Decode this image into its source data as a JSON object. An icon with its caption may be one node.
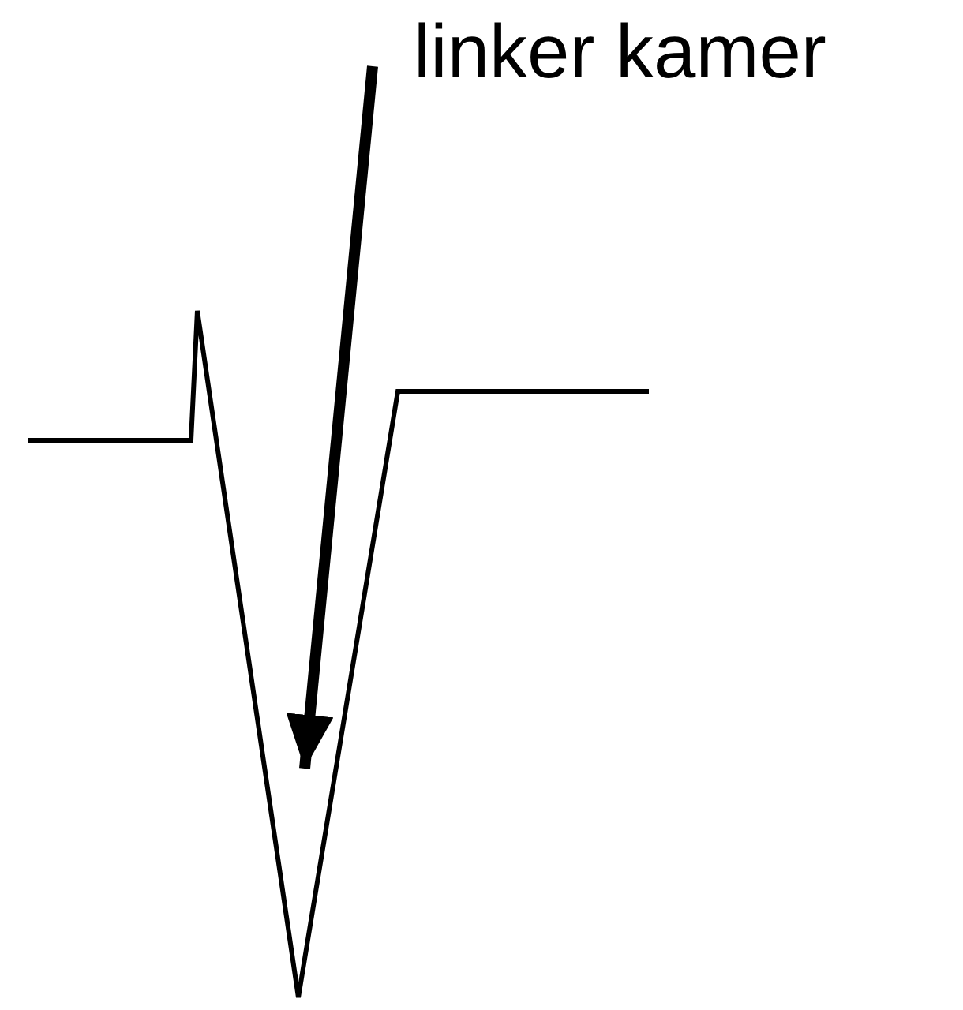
{
  "diagram": {
    "nodes": [
      {
        "text": [
          "linker kamer"
        ]
      },
      {
        "text": [],
        "shape": "picture"
      }
    ],
    "edges": [
      {
        "from": 0,
        "to": 1,
        "arrow": "to"
      }
    ]
  }
}
